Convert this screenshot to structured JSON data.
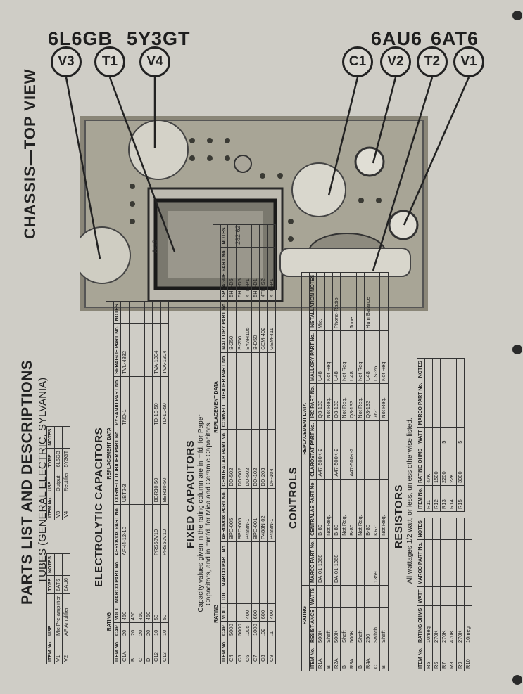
{
  "photo_labels": {
    "tube_types": [
      "6L6GB",
      "5Y3GT",
      "6AU6",
      "6AT6"
    ],
    "callouts": [
      "V3",
      "T1",
      "V4",
      "C1",
      "V2",
      "T2",
      "V1"
    ],
    "chassis_stamp": "A-10"
  },
  "chassis_title": "CHASSIS—TOP VIEW",
  "parts_title": "PARTS LIST AND DESCRIPTIONS",
  "parts_subtitle": "TUBES (GENERAL ELECTRIC, SYLVANIA)",
  "tubes": {
    "headers": [
      "ITEM No.",
      "USE",
      "TYPE",
      "NOTES"
    ],
    "rows": [
      [
        "V1",
        "Mic Pre-amplifier",
        "6AT6",
        ""
      ],
      [
        "V2",
        "AF Amplifier",
        "6AU6",
        ""
      ],
      [
        "V3",
        "Output",
        "6L6GB",
        ""
      ],
      [
        "V4",
        "Rectifier",
        "5Y3GT",
        ""
      ]
    ]
  },
  "electrolytic": {
    "title": "ELECTROLYTIC CAPACITORS",
    "group_rating": "RATING",
    "group_replacement": "REPLACEMENT DATA",
    "headers": [
      "ITEM No.",
      "CAP",
      "VOLT",
      "MARCO PART No.",
      "AEROVOX PART No.",
      "CORNELL DUBILIER PART No.",
      "PYRAMID PART No.",
      "SPRAGUE PART No.",
      "NOTES"
    ],
    "rows": [
      [
        "C1A",
        "20",
        "450",
        "",
        "AFH4-12-10",
        "UBT2-3",
        "TNQ-1",
        "TVL-4832",
        ""
      ],
      [
        "B",
        "20",
        "450",
        "",
        "",
        "",
        "",
        "",
        ""
      ],
      [
        "C",
        "20",
        "450",
        "",
        "",
        "",
        "",
        "",
        ""
      ],
      [
        "D",
        "20",
        "450",
        "",
        "",
        "",
        "",
        "",
        ""
      ],
      [
        "C12",
        "10",
        "50",
        "",
        "PRS50V10",
        "BBR10-50",
        "TD-10-50",
        "TVA-1304",
        ""
      ],
      [
        "C13",
        "10",
        "50",
        "",
        "PRS50V10",
        "BBR10-50",
        "TD-10-50",
        "TVA-1304",
        ""
      ]
    ]
  },
  "fixed": {
    "title": "FIXED CAPACITORS",
    "note": "Capacity values given in the rating column are in mfd. for Paper Capacitors, and in mmfd. for Mica and Ceramic Capacitors.",
    "group_rating": "RATING",
    "group_replacement": "REPLACEMENT DATA",
    "headers": [
      "ITEM No.",
      "CAP",
      "VOLT",
      "TOL",
      "MARCO PART No.",
      "AEROVOX PART No.",
      "CENTRALAB PART No.",
      "CORNELL DUBILIER PART No.",
      "MALLORY PART No.",
      "SPRAGUE PART No.",
      "NOTES"
    ],
    "rows": [
      [
        "C4",
        "5000",
        "",
        "",
        "",
        "BPD-005",
        "DD-502",
        "",
        "B-250",
        "5HK-D5",
        ""
      ],
      [
        "C5",
        "5000",
        "",
        "",
        "",
        "BPD-005",
        "DD-502",
        "",
        "B-250",
        "5HK-D5",
        ""
      ],
      [
        "C6",
        ".005",
        "400",
        "",
        "",
        "P488N-1",
        "DD-502",
        "",
        "EYAH105",
        "4TM-P1",
        ""
      ],
      [
        "C7",
        "1000",
        "600",
        "",
        "",
        "BPD-001",
        "DD-102",
        "",
        "B-D50",
        "5HK-D1",
        ""
      ],
      [
        "C8",
        ".02",
        "600",
        "",
        "",
        "P488N-02",
        "DD-203",
        "",
        "GEM-402",
        "4TM-S2",
        ""
      ],
      [
        "C9",
        ".1",
        "400",
        "",
        "",
        "P488N-1",
        "DF-104",
        "",
        "GEM-411",
        "4TM-P1",
        ""
      ]
    ]
  },
  "controls": {
    "title": "CONTROLS",
    "group_rating": "RATING",
    "group_replacement": "REPLACEMENT DATA",
    "headers": [
      "ITEM No.",
      "RESIST-ANCE",
      "WATTS",
      "MARCO PART No.",
      "CENTRALAB PART No.",
      "CLAROSTAT PART No.",
      "IRC PART No.",
      "MALLORY PART No.",
      "INSTALLATION NOTES"
    ],
    "rows": [
      [
        "R1A",
        "500K",
        "",
        "DA-01-1368",
        "B-80",
        "A47-500K-2",
        "Q3-133",
        "U48",
        "Mic."
      ],
      [
        "B",
        "Shaft",
        "",
        "",
        "Not Req.",
        "",
        "Not Req.",
        "Not Req.",
        ""
      ],
      [
        "R2A",
        "500K",
        "",
        "DA-01-1368",
        "B-80",
        "A47-500K-2",
        "Q3-133",
        "U48",
        "Phono-Radio"
      ],
      [
        "B",
        "Shaft",
        "",
        "",
        "Not Req.",
        "",
        "Not Req.",
        "Not Req.",
        ""
      ],
      [
        "R3A",
        "500K",
        "",
        "",
        "B-80",
        "A47-500K-2",
        "Q3-133",
        "U48",
        "Tone"
      ],
      [
        "B",
        "Shaft",
        "",
        "",
        "Not Req.",
        "",
        "Not Req.",
        "Not Req.",
        ""
      ],
      [
        "R4A",
        "250",
        "",
        "",
        "B-80",
        "",
        "Q3-133",
        "U48",
        "Hum Balance"
      ],
      [
        "C",
        "Switch",
        "",
        "1359",
        "KR-1",
        "",
        "76-1",
        "US-26",
        ""
      ],
      [
        "B",
        "Shaft",
        "",
        "",
        "Not Req.",
        "",
        "Not Req.",
        "Not Req.",
        ""
      ]
    ]
  },
  "resistors": {
    "title": "RESISTORS",
    "note": "All wattages 1/2 watt, or less, unless otherwise listed.",
    "headers_left": [
      "ITEM No.",
      "RATING OHMS",
      "WATT",
      "MARCO PART No.",
      "NOTES"
    ],
    "rows_left": [
      [
        "R5",
        "10meg",
        "",
        "",
        ""
      ],
      [
        "R6",
        "270K",
        "",
        "",
        ""
      ],
      [
        "R7",
        "270K",
        "",
        "",
        ""
      ],
      [
        "R8",
        "470K",
        "",
        "",
        ""
      ],
      [
        "R9",
        "270K",
        "",
        "",
        ""
      ],
      [
        "R10",
        "10meg",
        "",
        "",
        ""
      ]
    ],
    "headers_right": [
      "ITEM No.",
      "RATING OHMS",
      "WATT",
      "MARCO PART No.",
      "NOTES"
    ],
    "rows_right": [
      [
        "R11",
        "47K",
        "",
        "",
        ""
      ],
      [
        "R12",
        "1500",
        "",
        "",
        ""
      ],
      [
        "R13",
        "2200",
        "5",
        "",
        ""
      ],
      [
        "R14",
        "22K",
        "",
        "",
        ""
      ],
      [
        "R15",
        "3000",
        "5",
        "",
        ""
      ]
    ]
  }
}
